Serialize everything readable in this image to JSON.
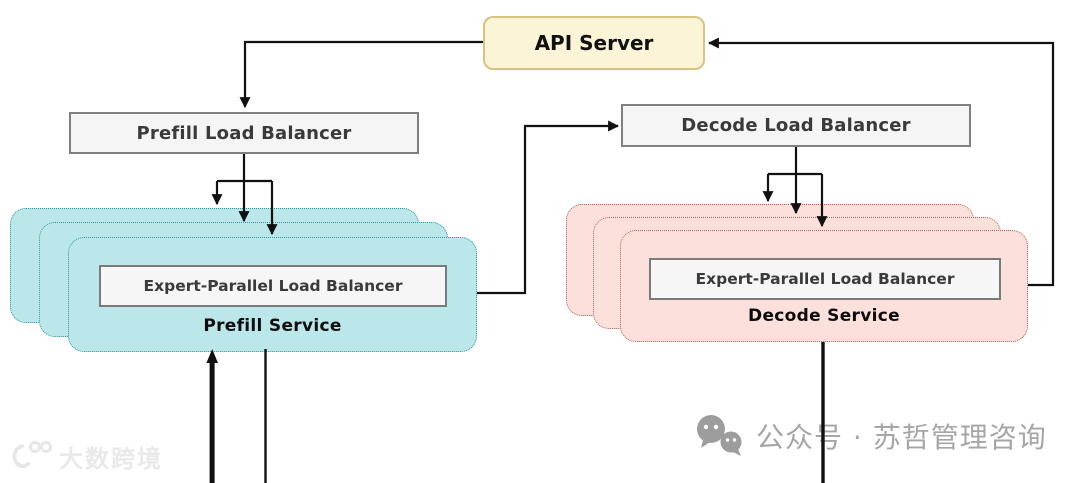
{
  "nodes": {
    "api_server": {
      "label": "API Server"
    },
    "prefill_load_balancer": {
      "label": "Prefill Load Balancer"
    },
    "decode_load_balancer": {
      "label": "Decode Load Balancer"
    },
    "prefill_service": {
      "label": "Prefill Service",
      "expert_parallel_lb": "Expert-Parallel Load Balancer",
      "stacked_replicas": 3
    },
    "decode_service": {
      "label": "Decode Service",
      "expert_parallel_lb": "Expert-Parallel Load Balancer",
      "stacked_replicas": 3
    }
  },
  "colors": {
    "api_server_fill": "#FCF4D6",
    "api_server_border": "#D8C383",
    "lb_box_fill": "#F5F5F5",
    "lb_box_border": "#808080",
    "prefill_service_fill": "#BCE7EA",
    "prefill_service_border": "#2E97A3",
    "decode_service_fill": "#FBE0DB",
    "decode_service_border": "#B55B4F",
    "arrow": "#111111",
    "watermark_gray": "#A6A6A6"
  },
  "watermarks": {
    "bottom_left": {
      "brand": "大数跨境"
    },
    "bottom_right": {
      "icon": "wechat-icon",
      "text": "公众号 · 苏哲管理咨询"
    }
  }
}
